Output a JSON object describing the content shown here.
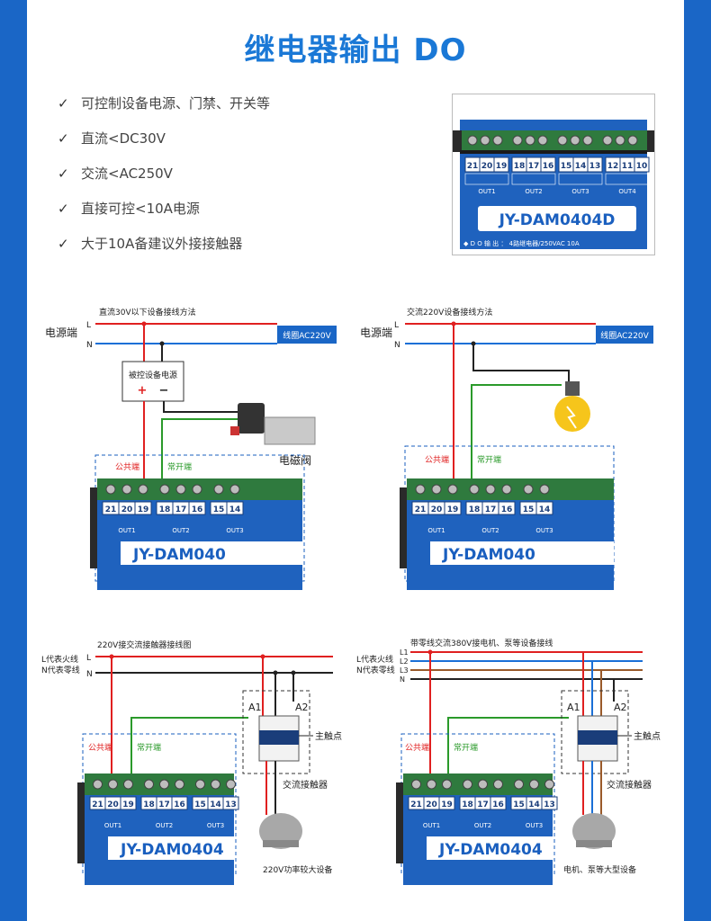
{
  "title": "继电器输出  DO",
  "features": [
    "可控制设备电源、门禁、开关等",
    "直流<DC30V",
    "交流<AC250V",
    "直接可控<10A电源",
    "大于10A备建议外接接触器"
  ],
  "product": {
    "terminals": [
      "21",
      "20",
      "19",
      "18",
      "17",
      "16",
      "15",
      "14",
      "13",
      "12",
      "11",
      "10"
    ],
    "outs": [
      "OUT1",
      "OUT2",
      "OUT3",
      "OUT4"
    ],
    "model": "JY-DAM0404D",
    "footer": "◆ D O 输 出 ： 4路继电器/250VAC 10A"
  },
  "diagram1": {
    "caption": "直流30V以下设备接线方法",
    "power_label": "电源端",
    "l": "L",
    "n": "N",
    "coil": "线圈AC220V",
    "psu": "被控设备电源",
    "plus": "+",
    "minus": "−",
    "device": "电磁阀",
    "common": "公共端",
    "no": "常开端",
    "terminals": [
      "21",
      "20",
      "19",
      "18",
      "17",
      "16",
      "15",
      "14"
    ],
    "outs": [
      "OUT1",
      "OUT2",
      "OUT3"
    ],
    "model": "JY-DAM040"
  },
  "diagram2": {
    "caption": "交流220V设备接线方法",
    "power_label": "电源端",
    "l": "L",
    "n": "N",
    "coil": "线圈AC220V",
    "common": "公共端",
    "no": "常开端",
    "terminals": [
      "21",
      "20",
      "19",
      "18",
      "17",
      "16",
      "15",
      "14"
    ],
    "outs": [
      "OUT1",
      "OUT2",
      "OUT3"
    ],
    "model": "JY-DAM040"
  },
  "diagram3": {
    "caption": "220V接交流接触器接线图",
    "line_l": "L代表火线",
    "line_n": "N代表零线",
    "l": "L",
    "n": "N",
    "a1": "A1",
    "a2": "A2",
    "main": "主触点",
    "contactor": "交流接触器",
    "common": "公共端",
    "no": "常开端",
    "terminals": [
      "21",
      "20",
      "19",
      "18",
      "17",
      "16",
      "15",
      "14",
      "13"
    ],
    "outs": [
      "OUT1",
      "OUT2",
      "OUT3"
    ],
    "model": "JY-DAM0404",
    "load": "220V功率较大设备"
  },
  "diagram4": {
    "caption": "带零线交流380V接电机、泵等设备接线",
    "line_l": "L代表火线",
    "line_n": "N代表零线",
    "l1": "L1",
    "l2": "L2",
    "l3": "L3",
    "n": "N",
    "a1": "A1",
    "a2": "A2",
    "main": "主触点",
    "contactor": "交流接触器",
    "common": "公共端",
    "no": "常开端",
    "terminals": [
      "21",
      "20",
      "19",
      "18",
      "17",
      "16",
      "15",
      "14",
      "13"
    ],
    "outs": [
      "OUT1",
      "OUT2",
      "OUT3"
    ],
    "model": "JY-DAM0404",
    "load": "电机、泵等大型设备"
  }
}
